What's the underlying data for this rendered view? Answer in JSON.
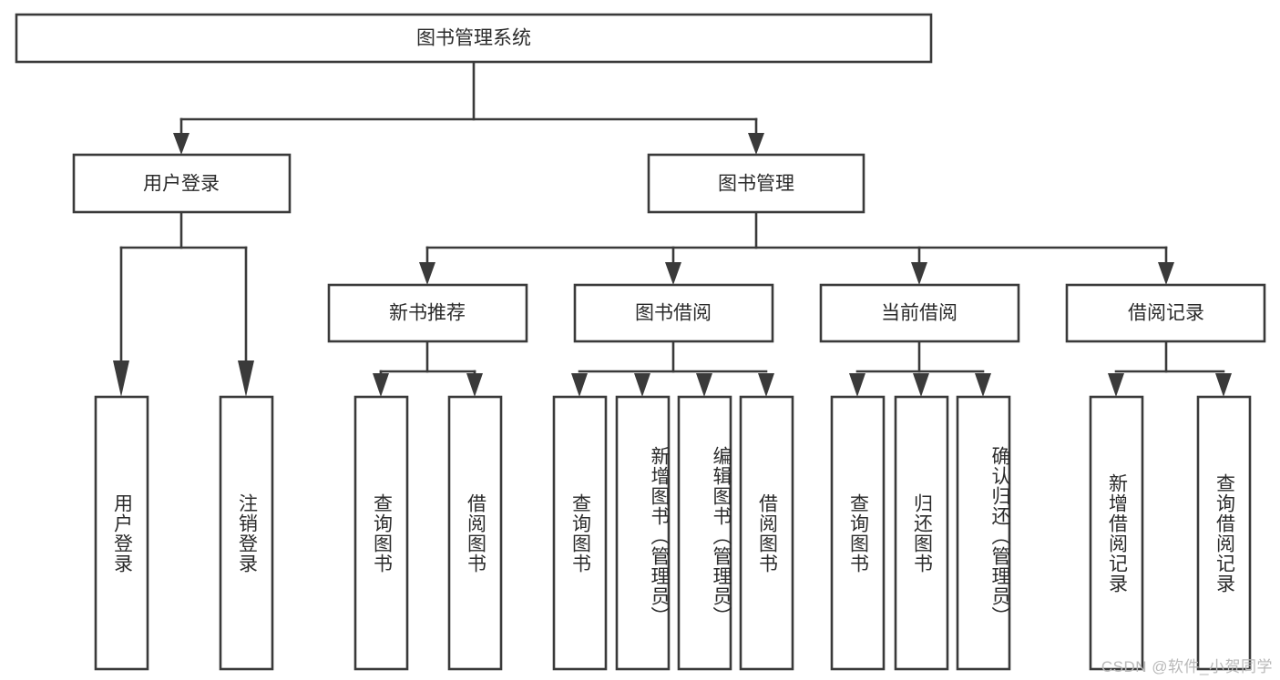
{
  "diagram": {
    "title": "图书管理系统",
    "type": "tree-hierarchy",
    "colors": {
      "background": "#ffffff",
      "box_fill": "#ffffff",
      "box_stroke": "#3a3a3a",
      "text": "#2b2b2b",
      "watermark": "#b9b9b9"
    },
    "root": {
      "label": "图书管理系统"
    },
    "level2": [
      {
        "label": "用户登录"
      },
      {
        "label": "图书管理"
      }
    ],
    "level3": [
      {
        "label": "新书推荐"
      },
      {
        "label": "图书借阅"
      },
      {
        "label": "当前借阅"
      },
      {
        "label": "借阅记录"
      }
    ],
    "leaves": {
      "user_login": [
        {
          "label": "用户登录"
        },
        {
          "label": "注销登录"
        }
      ],
      "new_book_recommend": [
        {
          "label": "查询图书"
        },
        {
          "label": "借阅图书"
        }
      ],
      "book_borrow": [
        {
          "label": "查询图书"
        },
        {
          "label": "新增图书（管理员）"
        },
        {
          "label": "编辑图书（管理员）"
        },
        {
          "label": "借阅图书"
        }
      ],
      "current_borrow": [
        {
          "label": "查询图书"
        },
        {
          "label": "归还图书"
        },
        {
          "label": "确认归还（管理员）"
        }
      ],
      "borrow_records": [
        {
          "label": "新增借阅记录"
        },
        {
          "label": "查询借阅记录"
        }
      ]
    }
  },
  "watermark": {
    "text": "CSDN @软件_小贺同学"
  }
}
